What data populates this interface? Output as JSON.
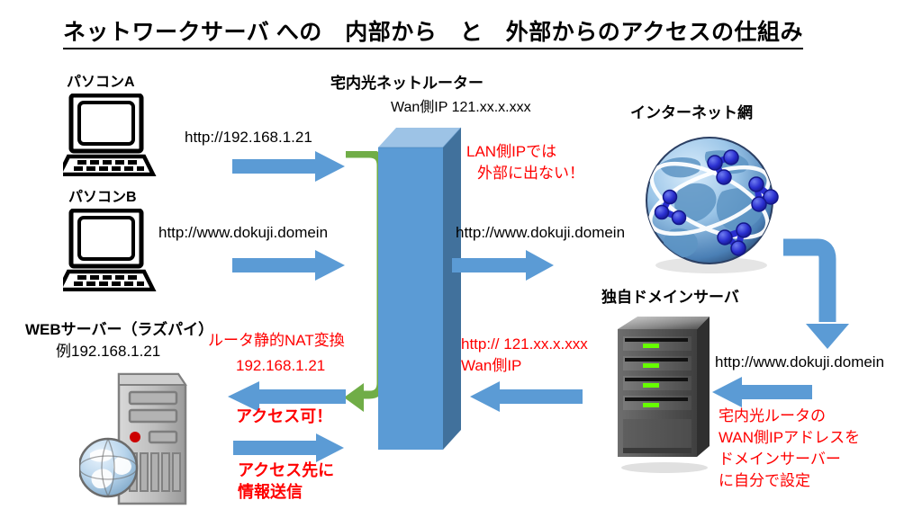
{
  "page": {
    "title": "ネットワークサーバ への　内部から　と　外部からのアクセスの仕組み",
    "background_color": "#ffffff"
  },
  "colors": {
    "arrow_blue": "#5b9bd5",
    "arrow_blue_dark": "#3f7cb4",
    "arrow_green": "#70ad47",
    "router_face": "#5b9bd5",
    "router_side": "#41719c",
    "router_top": "#9dc3e6",
    "red_text": "#ff0000",
    "black_text": "#000000",
    "globe_blue": "#1f2fc0",
    "rack_dark": "#595959",
    "rack_led_green": "#66ff00",
    "tower_gray": "#bfbfbf",
    "tower_led_red": "#cc0000"
  },
  "clients": {
    "pc_a_label": "パソコンA",
    "pc_b_label": "パソコンB",
    "pc_a_url": "http://192.168.1.21",
    "pc_b_url": "http://www.dokuji.domein"
  },
  "router": {
    "title": "宅内光ネットルーター",
    "wan_ip_label": "Wan側IP 121.xx.x.xxx",
    "lan_note_line1": "LAN側IPでは",
    "lan_note_line2": "外部に出ない！",
    "outgoing_url": "http://www.dokuji.domein",
    "wan_return_line1": "http:// 121.xx.x.xxx",
    "wan_return_line2": "Wan側IP"
  },
  "internet": {
    "label": "インターネット網"
  },
  "domain_server": {
    "label": "独自ドメインサーバ",
    "url": "http://www.dokuji.domein",
    "note_line1": "宅内光ルータの",
    "note_line2": "WAN側IPアドレスを",
    "note_line3": "ドメインサーバー",
    "note_line4": "に自分で設定"
  },
  "web_server": {
    "label": "WEBサーバー（ラズパイ）",
    "ip_label": "例192.168.1.21",
    "nat_line1": "ルータ静的NAT変換",
    "nat_line2": "192.168.1.21",
    "access_ok": "アクセス可！",
    "send_line1": "アクセス先に",
    "send_line2": "情報送信"
  },
  "icons": {
    "pc_a": "desktop-computer-icon",
    "pc_b": "desktop-computer-icon",
    "router": "router-prism-icon",
    "internet": "globe-network-icon",
    "domain_server": "rack-server-icon",
    "web_server": "tower-server-icon",
    "web_server_globe": "globe-icon",
    "arrow_right": "arrow-right-icon",
    "arrow_left": "arrow-left-icon",
    "arrow_green_u": "green-u-turn-arrow-icon",
    "arrow_blue_bend": "blue-bend-arrow-icon"
  }
}
